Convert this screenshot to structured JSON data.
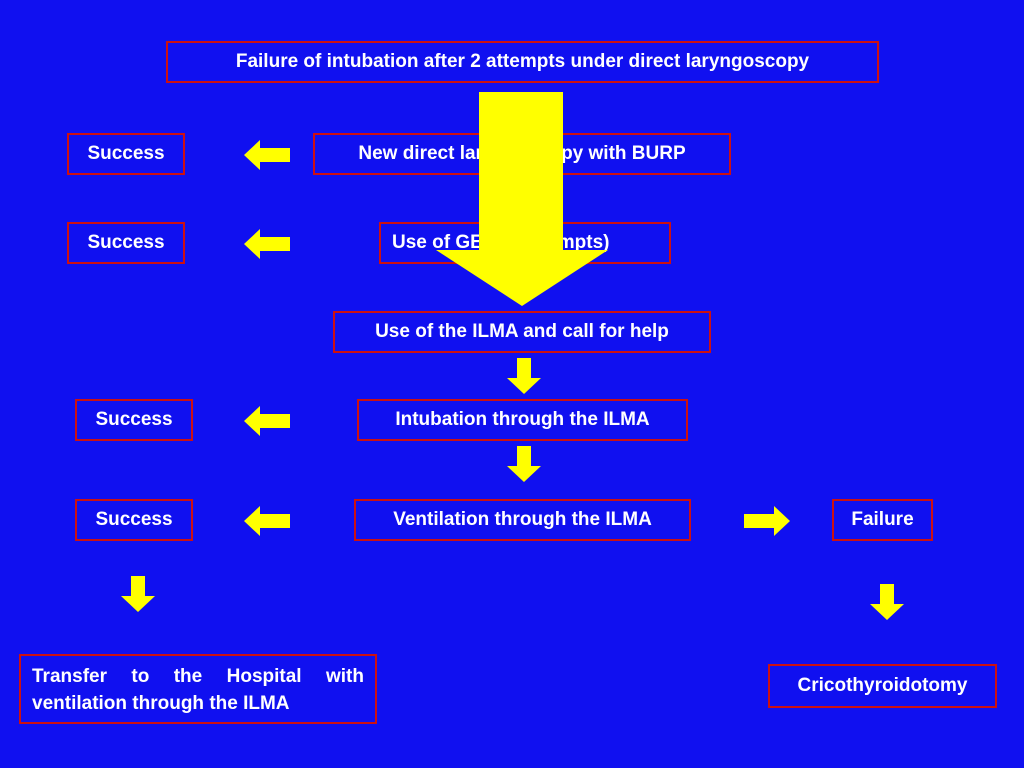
{
  "colors": {
    "background": "#1010f0",
    "box_border": "#cc1111",
    "text": "#ffffff",
    "arrow": "#ffff00"
  },
  "nodes": {
    "start": "Failure of intubation after 2 attempts under direct laryngoscopy",
    "burp": "New direct laryngoscopy with BURP",
    "gum": "Use of GEB (2 attempts)",
    "ilma": "Use of the ILMA and call for help",
    "intubation": "Intubation through the ILMA",
    "ventilation": "Ventilation through the ILMA",
    "success_1": "Success",
    "success_2": "Success",
    "success_3": "Success",
    "success_4": "Success",
    "failure": "Failure",
    "transfer": "Transfer to the Hospital with ventilation through the ILMA",
    "crico": "Cricothyroidotomy"
  },
  "arrow_icons": {
    "main": "big-down-arrow-icon",
    "left": "left-arrow-icon",
    "right": "right-arrow-icon",
    "down": "down-arrow-icon"
  }
}
